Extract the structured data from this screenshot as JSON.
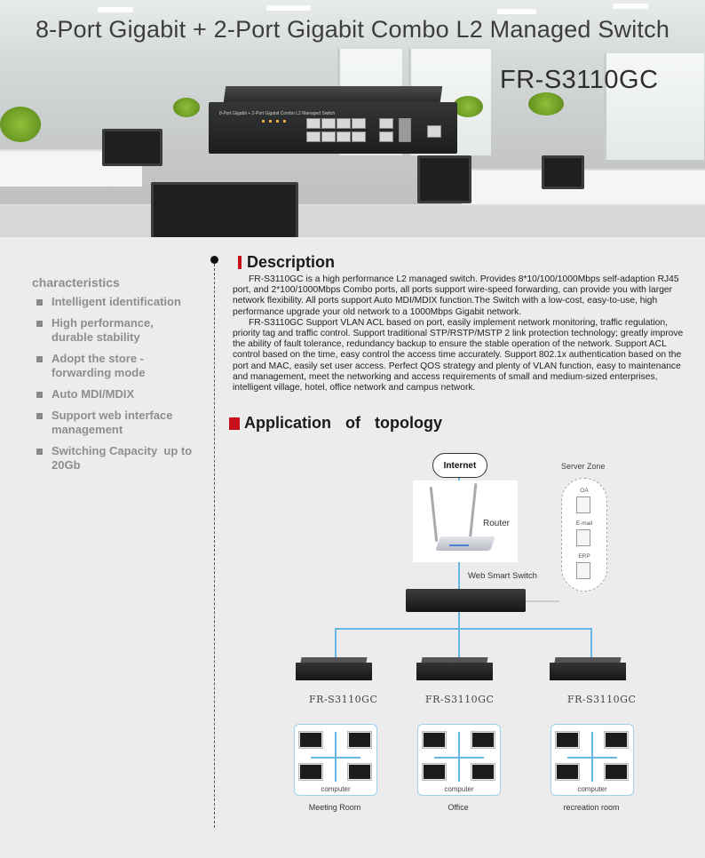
{
  "hero": {
    "title": "8-Port Gigabit + 2-Port Gigabit Combo L2 Managed Switch",
    "model": "FR-S3110GC",
    "device_label": "8-Port Gigabit + 2-Port Gigabit Combo L2 Managed Switch"
  },
  "sidebar": {
    "title": "characteristics",
    "items": [
      {
        "label": "Intelligent identification"
      },
      {
        "label": "High performance, durable stability"
      },
      {
        "label": "Adopt the store - forwarding mode"
      },
      {
        "label": "Auto MDI/MDIX"
      },
      {
        "label": "Support web interface management"
      },
      {
        "label": "Switching Capacity  up to 20Gb"
      }
    ]
  },
  "description": {
    "title": "Description",
    "paragraphs": [
      "FR-S3110GC  is a high performance L2 managed switch. Provides 8*10/100/1000Mbps self-adaption RJ45 port, and 2*100/1000Mbps Combo ports, all ports support wire-speed forwarding, can provide you with larger network flexibility. All ports support Auto MDI/MDIX function.The Switch with a low-cost, easy-to-use, high performance upgrade your old network to a 1000Mbps Gigabit network.",
      "FR-S3110GC Support VLAN ACL based on port, easily implement network monitoring, traffic regulation, priority tag and traffic control. Support traditional STP/RSTP/MSTP 2 link protection technology; greatly improve the ability of fault tolerance, redundancy backup to ensure the stable operation of the network. Support ACL control based on the time, easy control the access time accurately. Support 802.1x authentication based on the port and MAC, easily set user access. Perfect QOS strategy and plenty of VLAN function, easy to maintenance and management, meet the networking and access requirements of small and medium-sized enterprises, intelligent village, hotel, office network and campus network."
    ]
  },
  "topology": {
    "title": "Application  of  topology",
    "internet": "Internet",
    "router": "Router",
    "web_switch": "Web Smart Switch",
    "server_zone": "Server Zone",
    "servers": [
      "OA",
      "E-mail",
      "ERP"
    ],
    "switch_model": "FR-S3110GC",
    "computer_label": "computer",
    "rooms": [
      "Meeting Room",
      "Office",
      "recreation room"
    ]
  },
  "colors": {
    "accent_red": "#c8101a",
    "link_blue": "#66b6e6"
  }
}
